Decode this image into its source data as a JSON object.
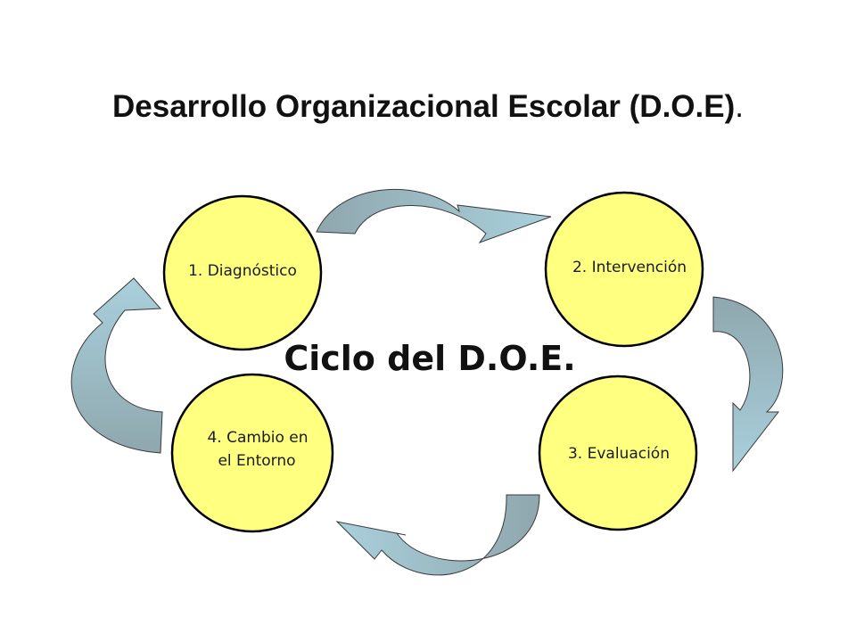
{
  "title": {
    "main": "Desarrollo Organizacional Escolar (D.O.E)",
    "punct": "."
  },
  "center_label": "Ciclo del D.O.E.",
  "stages": [
    {
      "lines": [
        "1. Diagnóstico"
      ]
    },
    {
      "lines": [
        "2. Intervención"
      ]
    },
    {
      "lines": [
        "3. Evaluación"
      ]
    },
    {
      "lines": [
        "4. Cambio en",
        "el Entorno"
      ]
    }
  ],
  "colors": {
    "circle_fill": "#FFFF80",
    "circle_stroke": "#000000",
    "arrow_light": "#A9D0DC",
    "arrow_dark": "#8FA7AE",
    "arrow_stroke": "#3a3a3a"
  }
}
